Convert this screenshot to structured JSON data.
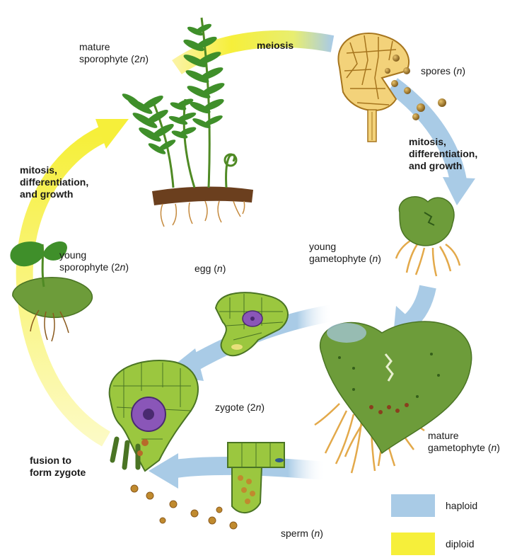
{
  "colors": {
    "haploid": "#a9cbe6",
    "diploid": "#f6ef3a",
    "plant_green": "#5e9a2e",
    "gametophyte_green": "#6d9c3a",
    "cell_green": "#9bc73f",
    "egg_purple": "#8a56b8",
    "spore_brown": "#b8862a",
    "root_tan": "#e0a84a"
  },
  "labels": {
    "mature_sporophyte": [
      "mature",
      "sporophyte (2n)"
    ],
    "meiosis": "meiosis",
    "spores": "spores (n)",
    "mitosis_right": [
      "mitosis,",
      "differentiation,",
      "and growth"
    ],
    "young_gametophyte": [
      "young",
      "gametophyte (n)"
    ],
    "mature_gametophyte": [
      "mature",
      "gametophyte (n)"
    ],
    "egg": "egg (n)",
    "zygote": "zygote (2n)",
    "sperm": "sperm (n)",
    "fusion": [
      "fusion to",
      "form zygote"
    ],
    "young_sporophyte": [
      "young",
      "sporophyte (2n)"
    ],
    "mitosis_left": [
      "mitosis,",
      "differentiation,",
      "and growth"
    ]
  },
  "legend": [
    {
      "label": "haploid",
      "color": "#a9cbe6"
    },
    {
      "label": "diploid",
      "color": "#f6ef3a"
    }
  ],
  "icons": [
    "fern-sporophyte-icon",
    "sporangium-icon",
    "spore-icon",
    "young-gametophyte-icon",
    "mature-gametophyte-icon",
    "archegonium-egg-icon",
    "zygote-icon",
    "antheridium-icon",
    "sperm-icon",
    "young-sporophyte-icon"
  ]
}
